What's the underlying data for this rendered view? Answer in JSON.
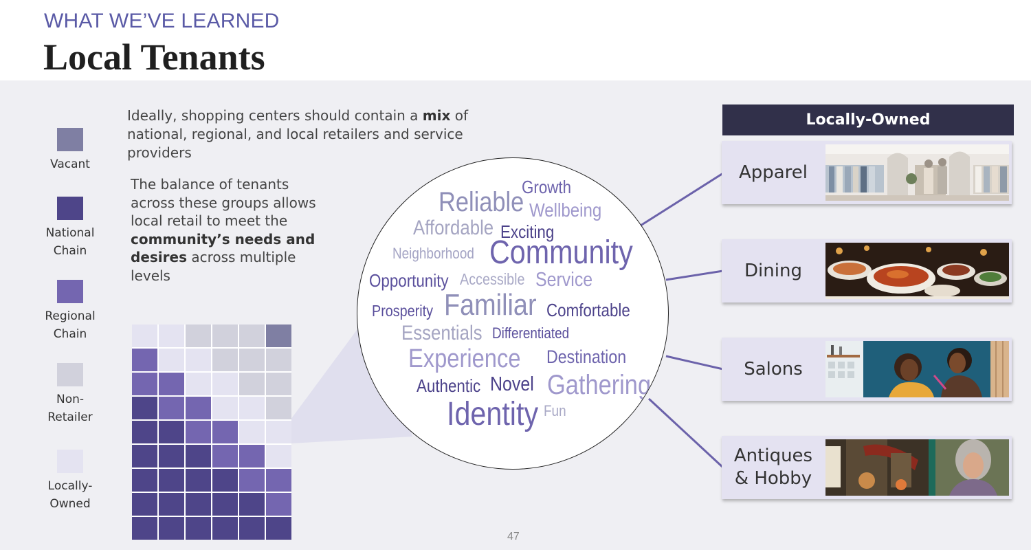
{
  "header": {
    "kicker": "WHAT WE’VE LEARNED",
    "title": "Local Tenants"
  },
  "legend": [
    {
      "label": "Vacant",
      "color": "#7f7fa3"
    },
    {
      "label": "National\nChain",
      "color": "#4e4589"
    },
    {
      "label": "Regional\nChain",
      "color": "#7466b0"
    },
    {
      "label": "Non-\nRetailer",
      "color": "#d1d1dc"
    },
    {
      "label": "Locally-\nOwned",
      "color": "#e4e3f1"
    }
  ],
  "paragraph1": {
    "before": "Ideally, shopping centers should contain a ",
    "bold": "mix",
    "after": " of national, regional, and local retailers and service providers"
  },
  "paragraph2": {
    "before": "The balance of tenants across these groups allows local retail to meet the ",
    "bold": "community’s needs and desires",
    "after": " across multiple levels"
  },
  "tenant_grid": [
    [
      "locally-owned",
      "locally-owned",
      "non-retailer",
      "non-retailer",
      "non-retailer",
      "vacant"
    ],
    [
      "regional",
      "locally-owned",
      "locally-owned",
      "non-retailer",
      "non-retailer",
      "non-retailer"
    ],
    [
      "regional",
      "regional",
      "locally-owned",
      "locally-owned",
      "non-retailer",
      "non-retailer"
    ],
    [
      "national",
      "regional",
      "regional",
      "locally-owned",
      "locally-owned",
      "non-retailer"
    ],
    [
      "national",
      "national",
      "regional",
      "regional",
      "locally-owned",
      "locally-owned"
    ],
    [
      "national",
      "national",
      "national",
      "regional",
      "regional",
      "locally-owned"
    ],
    [
      "national",
      "national",
      "national",
      "national",
      "regional",
      "regional"
    ],
    [
      "national",
      "national",
      "national",
      "national",
      "national",
      "regional"
    ],
    [
      "national",
      "national",
      "national",
      "national",
      "national",
      "national"
    ]
  ],
  "word_cloud": [
    {
      "text": "Reliable",
      "color": "#8f8fb8"
    },
    {
      "text": "Growth",
      "color": "#6e64ad"
    },
    {
      "text": "Wellbeing",
      "color": "#9f98cc"
    },
    {
      "text": "Affordable",
      "color": "#a5a5c2"
    },
    {
      "text": "Exciting",
      "color": "#4c428a"
    },
    {
      "text": "Neighborhood",
      "color": "#a4a4c4"
    },
    {
      "text": "Community",
      "color": "#6e64ad"
    },
    {
      "text": "Opportunity",
      "color": "#5a4f9c"
    },
    {
      "text": "Accessible",
      "color": "#a9a9c6"
    },
    {
      "text": "Service",
      "color": "#9f98cc"
    },
    {
      "text": "Prosperity",
      "color": "#5a4f9c"
    },
    {
      "text": "Familiar",
      "color": "#8f8fb8"
    },
    {
      "text": "Comfortable",
      "color": "#4c428a"
    },
    {
      "text": "Essentials",
      "color": "#a5a5c2"
    },
    {
      "text": "Differentiated",
      "color": "#5a4f9c"
    },
    {
      "text": "Experience",
      "color": "#9f98cc"
    },
    {
      "text": "Destination",
      "color": "#6e64ad"
    },
    {
      "text": "Authentic",
      "color": "#4c428a"
    },
    {
      "text": "Novel",
      "color": "#4c428a"
    },
    {
      "text": "Gathering",
      "color": "#9f98cc"
    },
    {
      "text": "Identity",
      "color": "#6e64ad"
    },
    {
      "text": "Fun",
      "color": "#a9a9c6"
    }
  ],
  "panel": {
    "header": "Locally-Owned",
    "categories": [
      {
        "label": "Apparel",
        "photo": "clothing-store-photo"
      },
      {
        "label": "Dining",
        "photo": "restaurant-food-photo"
      },
      {
        "label": "Salons",
        "photo": "hair-salon-photo"
      },
      {
        "label": "Antiques\n& Hobby",
        "photo": "antique-shop-photo"
      }
    ]
  },
  "page_number": "47"
}
